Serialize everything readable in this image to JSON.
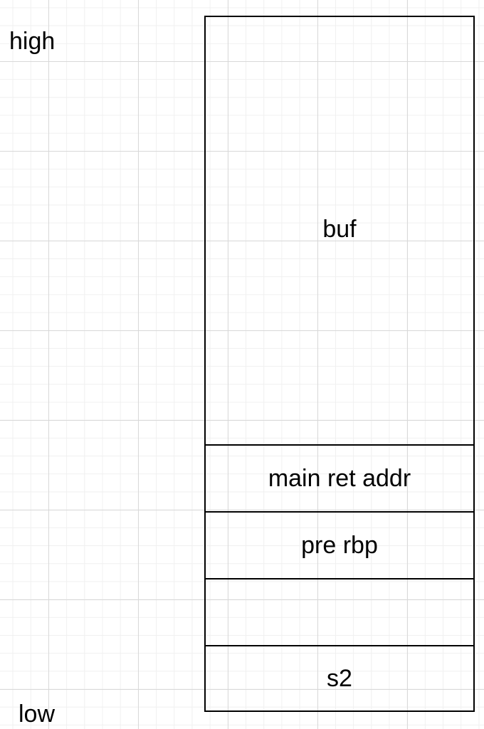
{
  "labels": {
    "high": "high",
    "low": "low"
  },
  "stack": {
    "slots": [
      {
        "label": "buf"
      },
      {
        "label": "main ret addr"
      },
      {
        "label": "pre rbp"
      },
      {
        "label": ""
      },
      {
        "label": "s2"
      }
    ]
  }
}
